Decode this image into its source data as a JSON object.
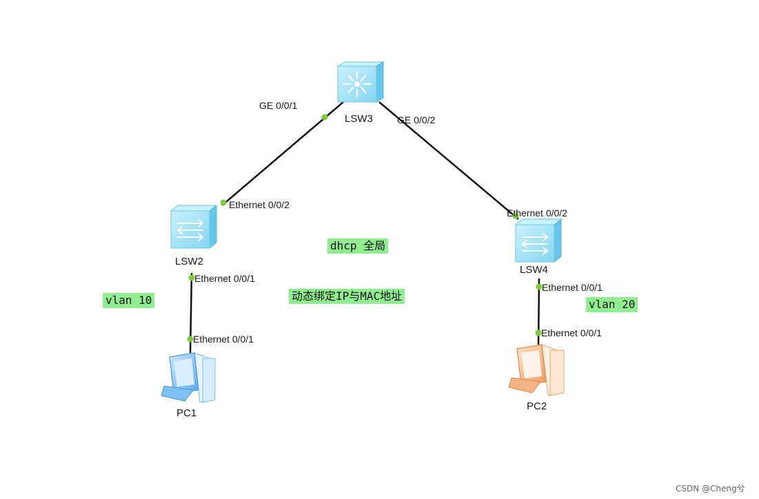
{
  "devices": {
    "lsw3": "LSW3",
    "lsw2": "LSW2",
    "lsw4": "LSW4",
    "pc1": "PC1",
    "pc2": "PC2"
  },
  "ports": {
    "lsw3_ge1": "GE 0/0/1",
    "lsw3_ge2": "GE 0/0/2",
    "lsw2_eth2": "Ethernet 0/0/2",
    "lsw2_eth1": "Ethernet 0/0/1",
    "pc1_eth1": "Ethernet 0/0/1",
    "lsw4_eth2": "Ethernet 0/0/2",
    "lsw4_eth1": "Ethernet 0/0/1",
    "pc2_eth1": "Ethernet 0/0/1"
  },
  "notes": {
    "dhcp": "dhcp 全局",
    "bind": "动态绑定IP与MAC地址",
    "vlan10": "vlan 10",
    "vlan20": "vlan 20"
  },
  "watermark": "CSDN @Cheng兮",
  "colors": {
    "link": "#111111",
    "port_dot": "#7ccd3c",
    "note_bg": "#90ee90",
    "switch_face": "#a8e6f8",
    "pc1_color": "#6fb8f0",
    "pc2_color": "#f3a870"
  }
}
